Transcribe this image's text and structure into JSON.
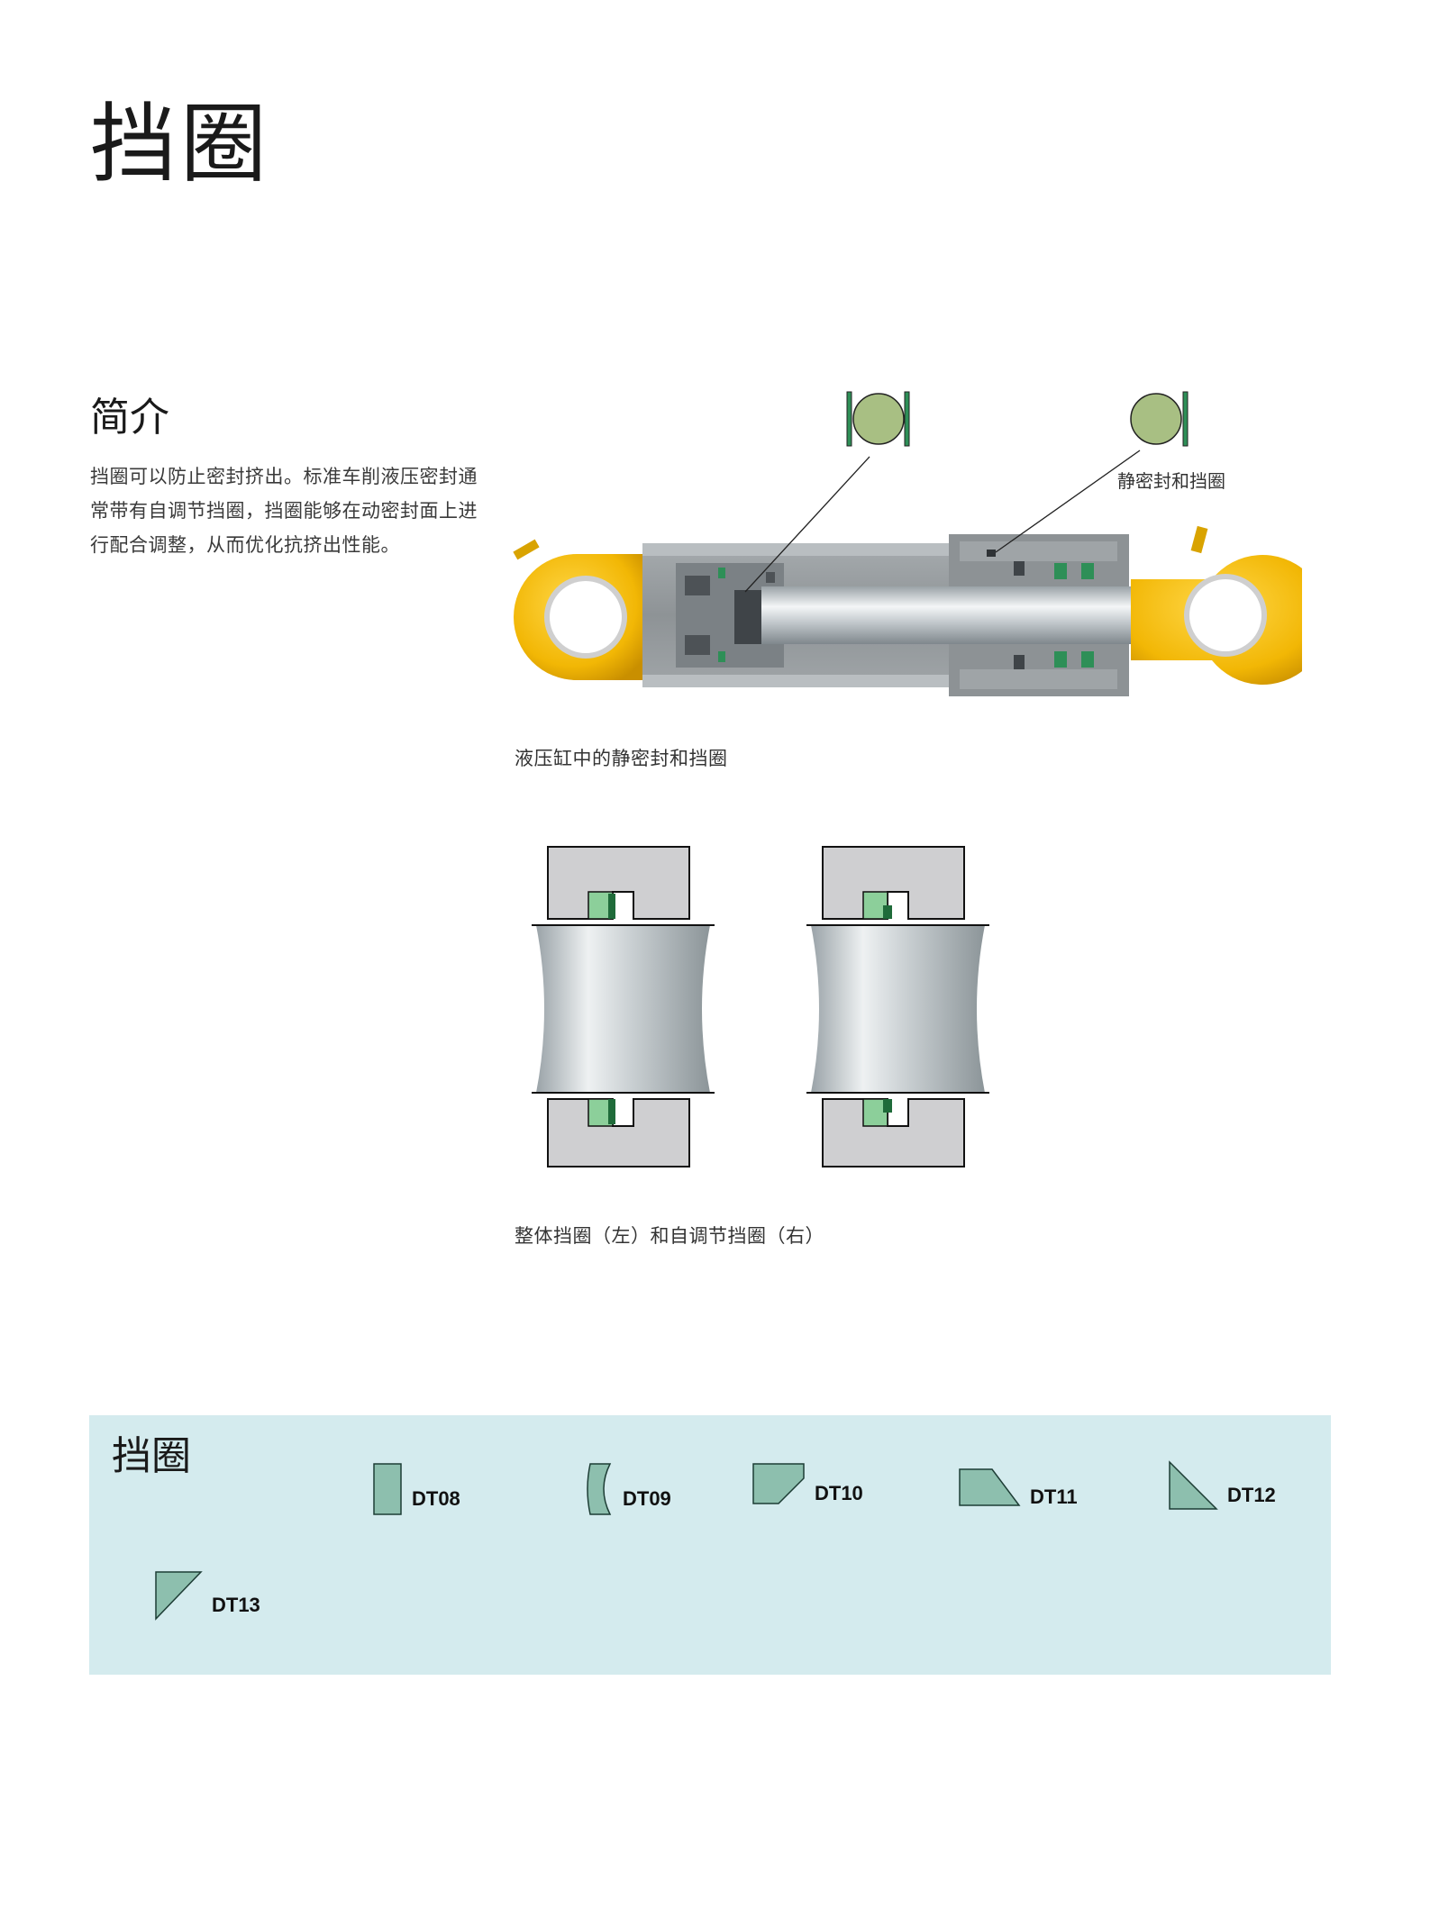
{
  "page": {
    "title": "挡圈"
  },
  "intro": {
    "heading": "简介",
    "body": "挡圈可以防止密封挤出。标准车削液压密封通常带有自调节挡圈，挡圈能够在动密封面上进行配合调整，从而优化抗挤出性能。"
  },
  "figure_cylinder": {
    "callout": "静密封和挡圈",
    "caption": "液压缸中的静密封和挡圈"
  },
  "figure_backup": {
    "caption": "整体挡圈（左）和自调节挡圈（右）"
  },
  "profiles_panel": {
    "title": "挡圈",
    "items": [
      {
        "code": "DT08",
        "icon": "rectangle-profile-icon"
      },
      {
        "code": "DT09",
        "icon": "concave-profile-icon"
      },
      {
        "code": "DT10",
        "icon": "bevel-profile-icon"
      },
      {
        "code": "DT11",
        "icon": "trapezoid-profile-icon"
      },
      {
        "code": "DT12",
        "icon": "right-triangle-profile-icon"
      },
      {
        "code": "DT13",
        "icon": "inverted-triangle-profile-icon"
      }
    ]
  },
  "colors": {
    "panel_bg": "#d4ebee",
    "profile_fill": "#8dbfae",
    "seal_green": "#2e8f57",
    "eye_yellow": "#f2b705",
    "oring_fill": "#a8bf83"
  }
}
